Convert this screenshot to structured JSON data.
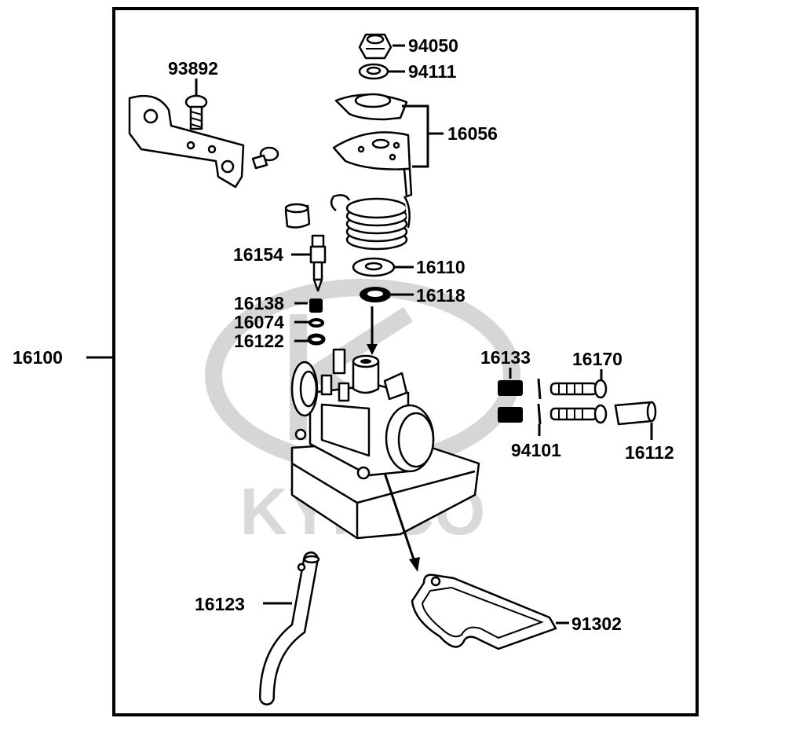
{
  "watermark": {
    "brand": "KYMCO",
    "color": "#d9d9d9"
  },
  "assembly_label": "16100",
  "parts": {
    "p94050": "94050",
    "p94111": "94111",
    "p93892": "93892",
    "p16056": "16056",
    "p16154": "16154",
    "p16110": "16110",
    "p16118": "16118",
    "p16138": "16138",
    "p16074": "16074",
    "p16122": "16122",
    "p16133": "16133",
    "p16170": "16170",
    "p94101": "94101",
    "p16112": "16112",
    "p16123": "16123",
    "p91302": "91302"
  }
}
